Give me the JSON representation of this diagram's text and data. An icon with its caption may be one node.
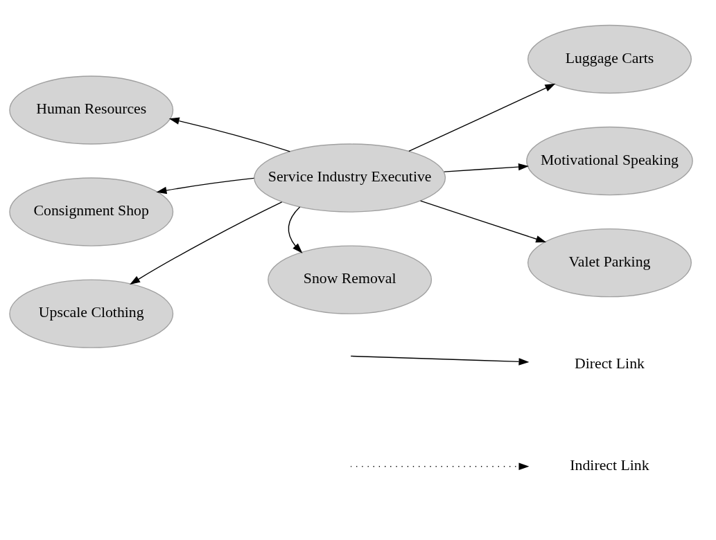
{
  "diagram": {
    "nodes": [
      {
        "text": [
          "Service Industry Executive"
        ]
      },
      {
        "text": [
          "Human Resources"
        ]
      },
      {
        "text": [
          "Consignment Shop"
        ]
      },
      {
        "text": [
          "Upscale Clothing"
        ]
      },
      {
        "text": [
          "Snow Removal"
        ]
      },
      {
        "text": [
          "Luggage Carts"
        ]
      },
      {
        "text": [
          "Motivational Speaking"
        ]
      },
      {
        "text": [
          "Valet Parking"
        ]
      }
    ],
    "edges": [
      {
        "from": 0,
        "to": 1,
        "arrow": "to"
      },
      {
        "from": 0,
        "to": 2,
        "arrow": "to"
      },
      {
        "from": 0,
        "to": 3,
        "arrow": "to"
      },
      {
        "from": 0,
        "to": 4,
        "arrow": "to"
      },
      {
        "from": 0,
        "to": 5,
        "arrow": "to"
      },
      {
        "from": 0,
        "to": 6,
        "arrow": "to"
      },
      {
        "from": 0,
        "to": 7,
        "arrow": "to"
      }
    ],
    "legend": [
      {
        "text": "Direct Link"
      },
      {
        "text": "Indirect Link"
      }
    ]
  }
}
